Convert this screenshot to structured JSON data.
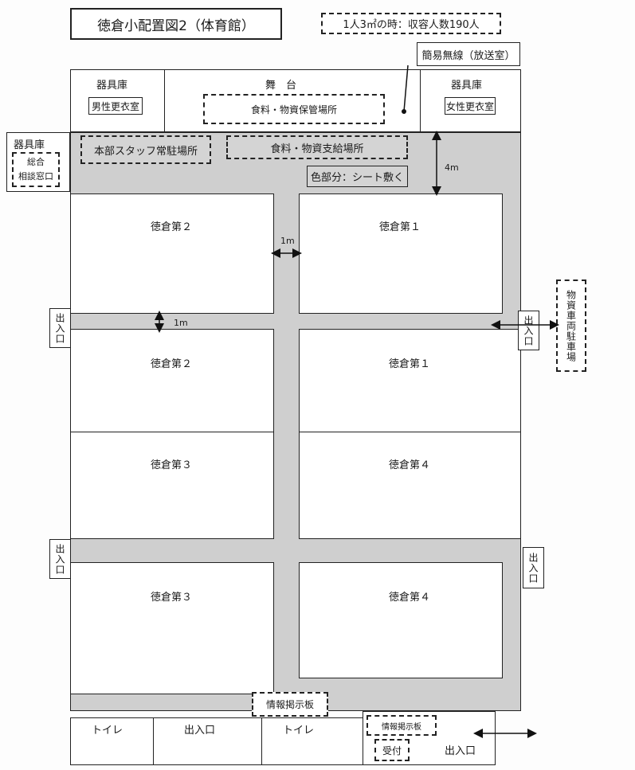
{
  "header": {
    "title": "徳倉小配置図2（体育館）",
    "capacity_note": "1人3㎡の時：収容人数190人"
  },
  "top": {
    "radio": "簡易無線（放送室）",
    "storage_left": "器具庫",
    "stage": "舞　台",
    "storage_right": "器具庫",
    "mens_changing": "男性更衣室",
    "womens_changing": "女性更衣室",
    "food_storage": "食料・物資保管場所"
  },
  "side": {
    "storage": "器具庫",
    "consultation_line1": "総合",
    "consultation_line2": "相談窓口",
    "staff_station": "本部スタッフ常駐場所",
    "food_supply": "食料・物資支給場所",
    "sheet_note": "色部分：シート敷く",
    "dim_4m": "4m",
    "dim_1m_a": "1m",
    "dim_1m_b": "1m",
    "vehicle_parking": "物資車両駐車場"
  },
  "blocks": {
    "b1": "徳倉第２",
    "b2": "徳倉第１",
    "b3": "徳倉第２",
    "b4": "徳倉第１",
    "b5": "徳倉第３",
    "b6": "徳倉第４",
    "b7": "徳倉第３",
    "b8": "徳倉第４"
  },
  "entrances": {
    "left_upper": "出入口",
    "right_upper": "出入口",
    "left_lower": "出入口",
    "right_lower": "出入口"
  },
  "bottom": {
    "info_board": "情報掲示板",
    "toilet_left": "トイレ",
    "entrance_mid": "出入口",
    "toilet_right": "トイレ",
    "info_board_small": "情報掲示板",
    "reception": "受付",
    "entrance_right": "出入口"
  }
}
